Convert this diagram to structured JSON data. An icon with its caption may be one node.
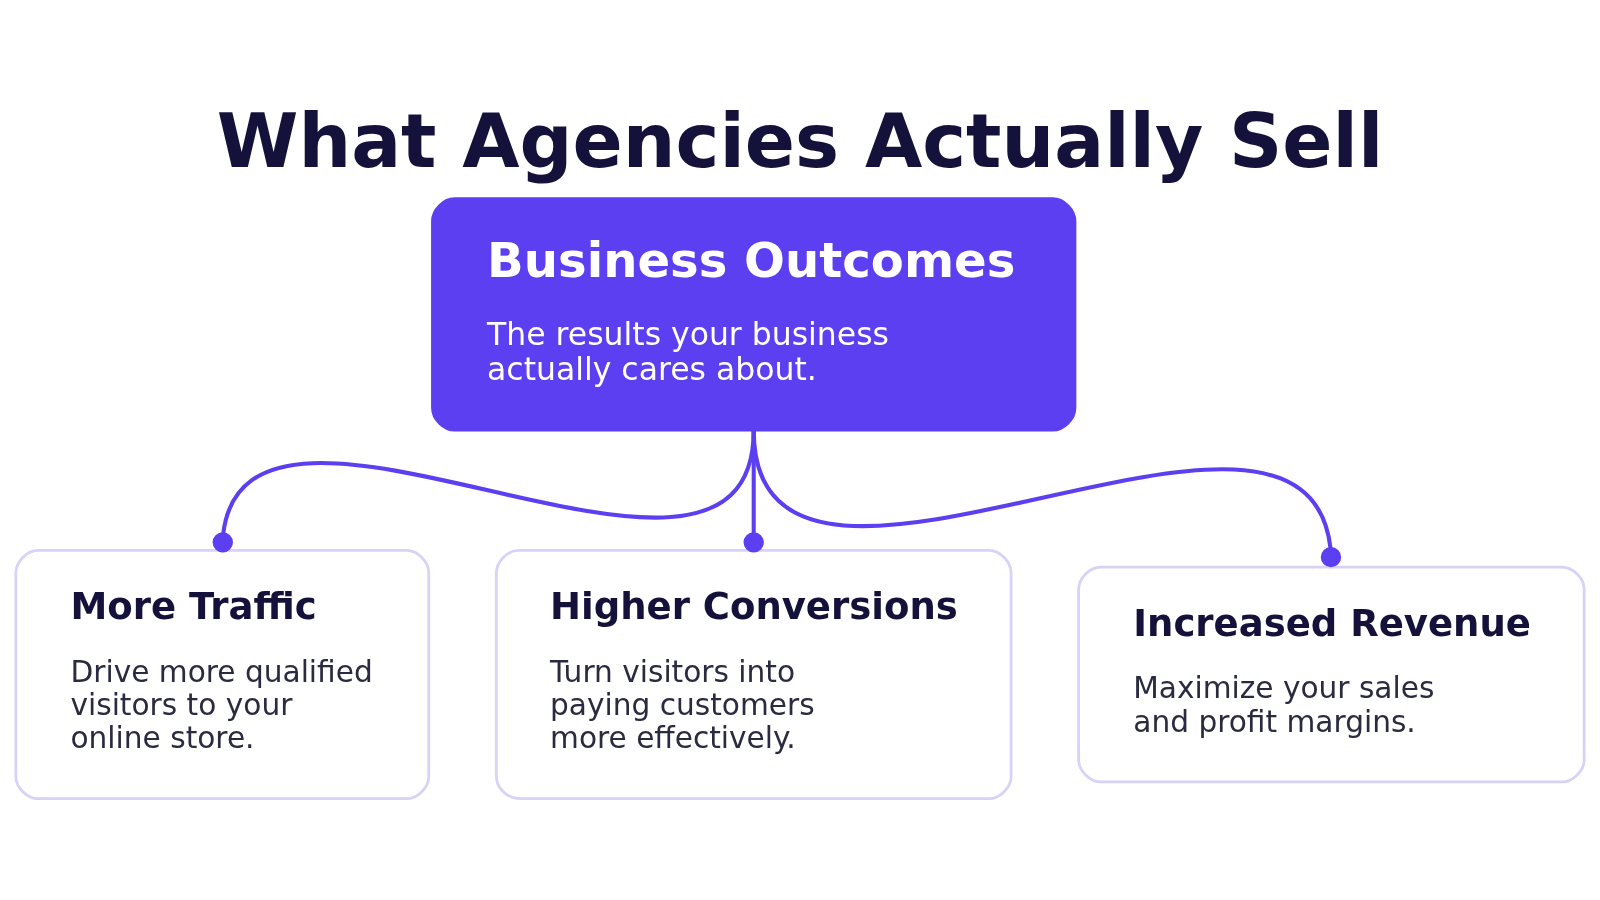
{
  "diagram": {
    "title": "What Agencies Actually Sell",
    "nodes": [
      {
        "text": [
          "Business Outcomes",
          "The results your business actually cares about."
        ]
      },
      {
        "text": [
          "More Traffic",
          "Drive more qualified visitors to your online store."
        ]
      },
      {
        "text": [
          "Higher Conversions",
          "Turn visitors into paying customers more effectively."
        ]
      },
      {
        "text": [
          "Increased Revenue",
          "Maximize your sales and profit margins."
        ]
      }
    ],
    "edges": [
      {
        "from": 0,
        "to": 1,
        "arrow": "other"
      },
      {
        "from": 0,
        "to": 2,
        "arrow": "other"
      },
      {
        "from": 0,
        "to": 3,
        "arrow": "other"
      }
    ]
  }
}
